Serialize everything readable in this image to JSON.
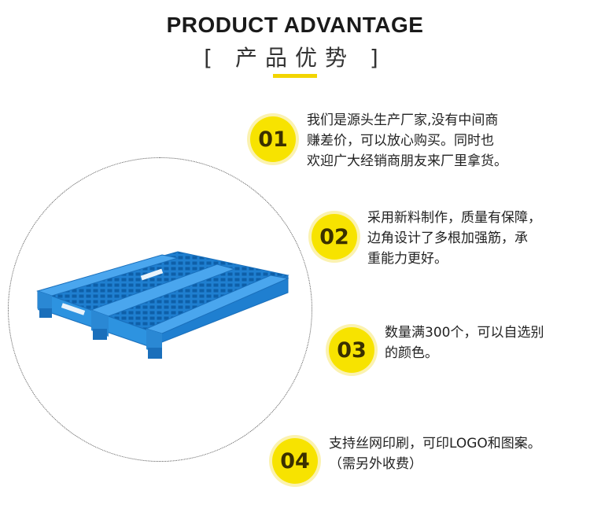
{
  "header": {
    "title_en": "PRODUCT ADVANTAGE",
    "title_cn": "[ 产品优势 ]",
    "accent_color": "#f2d500"
  },
  "advantages": [
    {
      "number": "01",
      "lines": [
        "我们是源头生产厂家,没有中间商",
        "赚差价，可以放心购买。同时也",
        "欢迎广大经销商朋友来厂里拿货。"
      ]
    },
    {
      "number": "02",
      "lines": [
        "采用新料制作，质量有保障，",
        "边角设计了多根加强筋，承",
        "重能力更好。"
      ]
    },
    {
      "number": "03",
      "lines": [
        "数量满300个，可以自选别",
        "的颜色。"
      ]
    },
    {
      "number": "04",
      "lines": [
        "支持丝网印刷，可印LOGO和图案。",
        "（需另外收费）"
      ]
    }
  ],
  "product_image": {
    "subject": "blue plastic pallet",
    "color": "#2d93e0"
  }
}
